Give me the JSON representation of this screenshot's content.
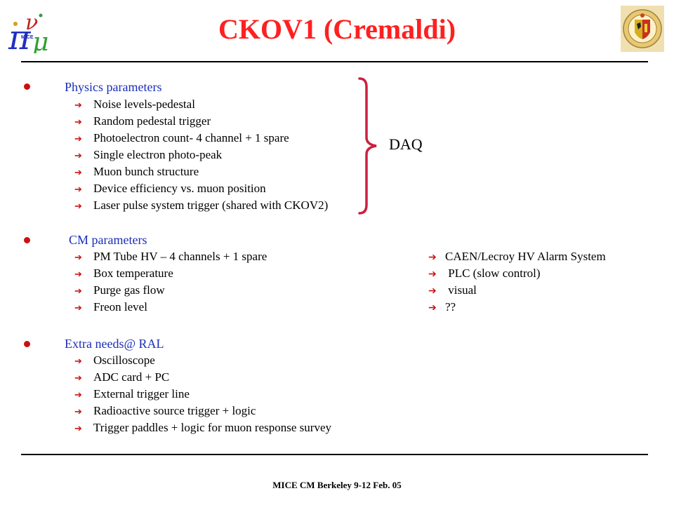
{
  "title": "CKOV1 (Cremaldi)",
  "logos": {
    "left_icon": "mice-pi-nu-logo",
    "left_text": "MICE",
    "right_icon": "geneva-university-seal-icon"
  },
  "colors": {
    "title": "#ff2020",
    "section_heading": "#1a2db8",
    "bullet": "#cc1010",
    "arrow": "#cc1010",
    "brace": "#cc2040"
  },
  "sections": [
    {
      "heading": "Physics parameters",
      "items": [
        {
          "text": "Noise levels-pedestal"
        },
        {
          "text": "Random pedestal trigger"
        },
        {
          "text": "Photoelectron count- 4 channel + 1 spare"
        },
        {
          "text": "Single electron photo-peak"
        },
        {
          "text": "Muon bunch structure"
        },
        {
          "text": "Device efficiency vs. muon position"
        },
        {
          "text": "Laser pulse system trigger (shared with CKOV2)"
        }
      ]
    },
    {
      "heading": "CM parameters",
      "items": [
        {
          "text": "PM Tube HV – 4 channels + 1 spare",
          "right": "CAEN/Lecroy HV Alarm System"
        },
        {
          "text": "Box temperature",
          "right": " PLC (slow control)"
        },
        {
          "text": "Purge gas flow",
          "right": " visual"
        },
        {
          "text": "Freon level",
          "right": "??"
        }
      ]
    },
    {
      "heading": "Extra needs@ RAL",
      "items": [
        {
          "text": "Oscilloscope"
        },
        {
          "text": "ADC card  + PC"
        },
        {
          "text": "External trigger line"
        },
        {
          "text": "Radioactive source trigger + logic"
        },
        {
          "text": "Trigger paddles + logic for muon response survey"
        }
      ]
    }
  ],
  "brace_label": "DAQ",
  "footer": "MICE CM Berkeley 9-12 Feb. 05"
}
